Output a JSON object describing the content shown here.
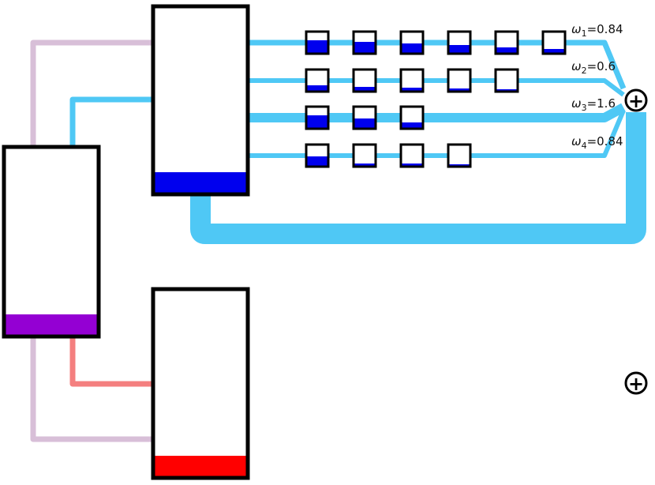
{
  "colors": {
    "background": "#ffffff",
    "stroke": "#000000",
    "flow_blue": "#4fc8f5",
    "flow_lilac": "#d8bfd8",
    "flow_salmon": "#f47f7f",
    "fill_blue": "#0000ee",
    "fill_purple": "#9400d3",
    "fill_red": "#ff0000"
  },
  "tanks": [
    {
      "id": "tank-upper",
      "fill_color": "#0000ee",
      "level": 0.11
    },
    {
      "id": "tank-left",
      "fill_color": "#9400d3",
      "level": 0.11
    },
    {
      "id": "tank-lower",
      "fill_color": "#ff0000",
      "level": 0.11
    }
  ],
  "delay_chains": [
    {
      "index": 1,
      "symbol": "ω",
      "subscript": "1",
      "value_text": "=0.84",
      "levels": [
        0.62,
        0.55,
        0.45,
        0.38,
        0.28,
        0.18
      ]
    },
    {
      "index": 2,
      "symbol": "ω",
      "subscript": "2",
      "value_text": "=0.6",
      "levels": [
        0.25,
        0.18,
        0.15,
        0.12,
        0.08
      ]
    },
    {
      "index": 3,
      "symbol": "ω",
      "subscript": "3",
      "value_text": "=1.6",
      "levels": [
        0.62,
        0.45,
        0.28
      ]
    },
    {
      "index": 4,
      "symbol": "ω",
      "subscript": "4",
      "value_text": "=0.84",
      "levels": [
        0.48,
        0.1,
        0.1,
        0.06
      ]
    }
  ],
  "junctions": [
    {
      "id": "sum-junction-active",
      "glyph": "+"
    },
    {
      "id": "sum-junction-idle",
      "glyph": "+"
    }
  ]
}
